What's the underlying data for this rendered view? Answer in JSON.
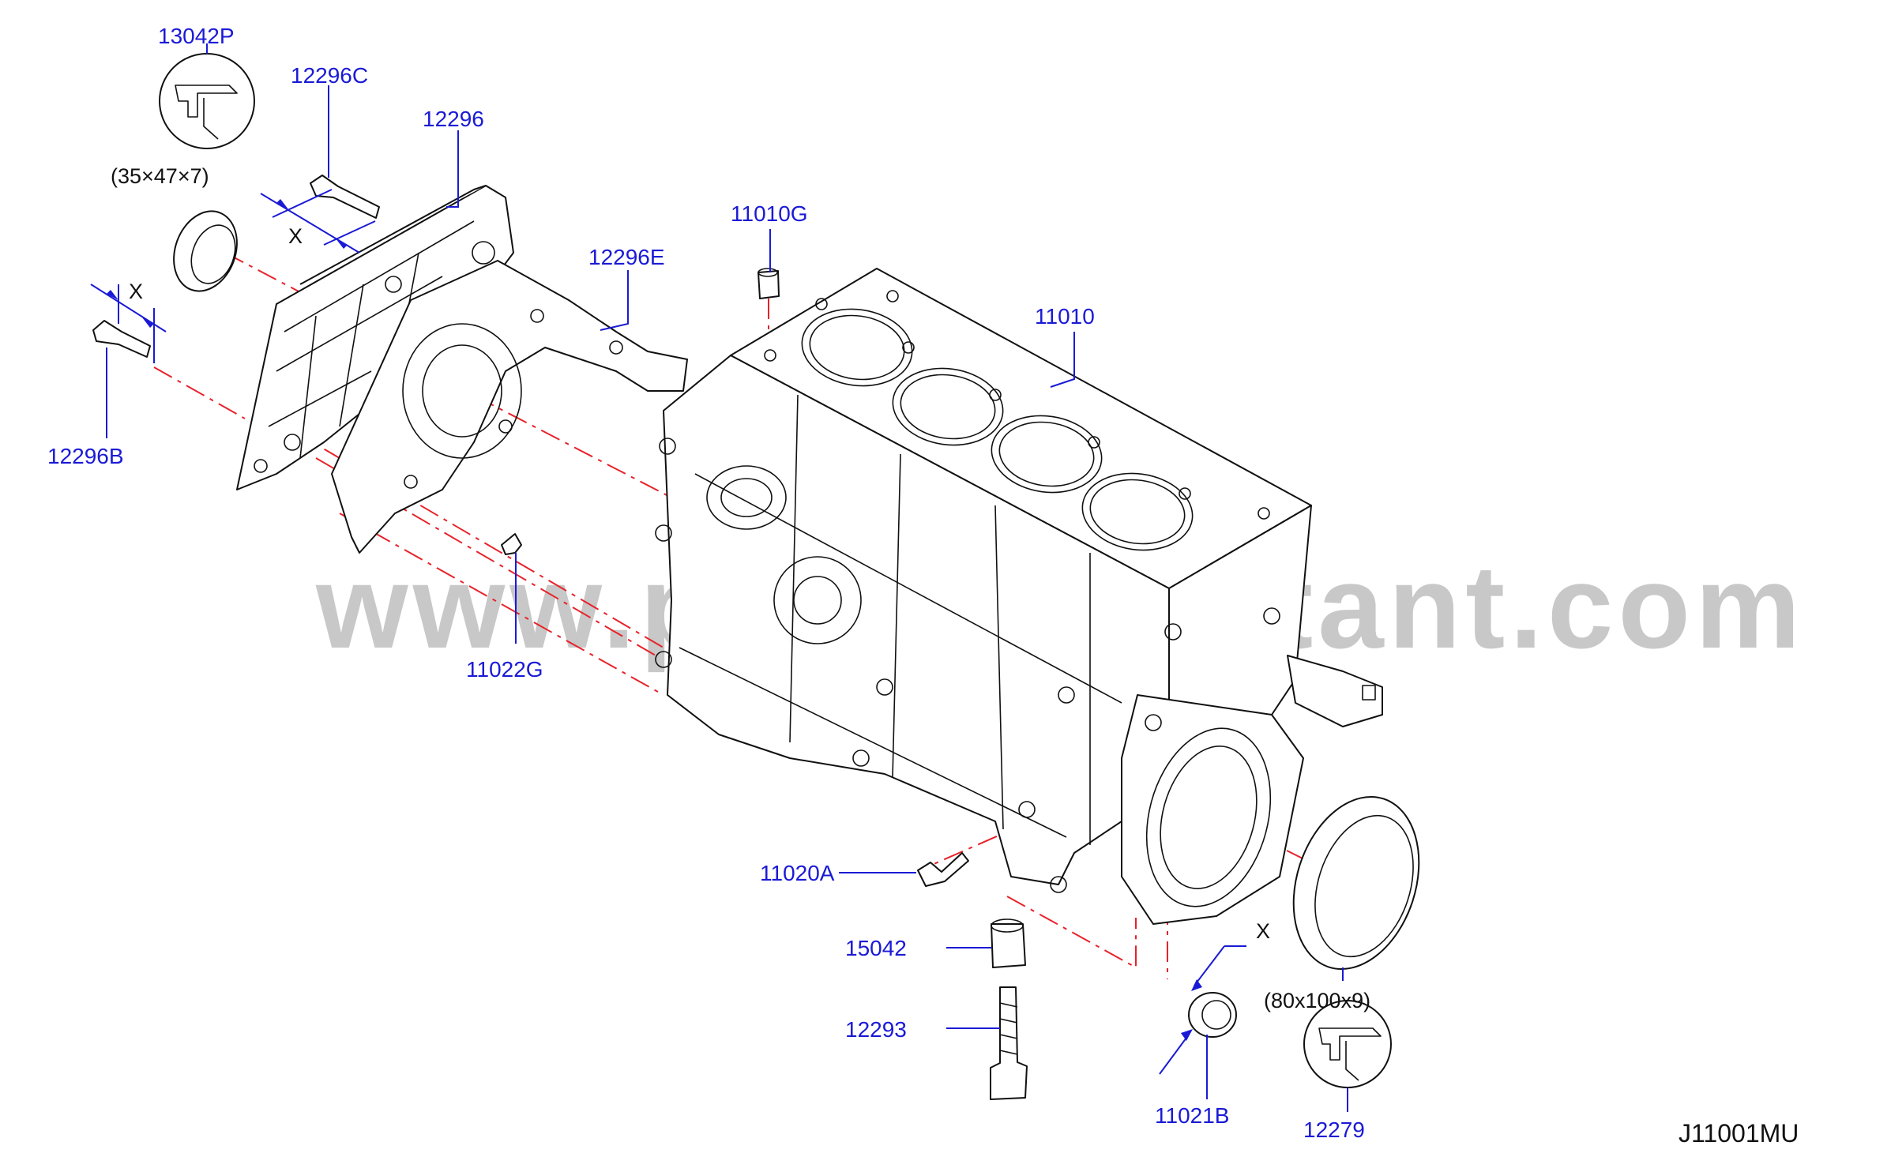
{
  "watermark": "www.partsassistant.com",
  "diagram_code": "J11001MU",
  "callouts": {
    "p13042P": "13042P",
    "p12296C": "12296C",
    "p12296": "12296",
    "p12296B": "12296B",
    "p12296E": "12296E",
    "p11010G": "11010G",
    "p11010": "11010",
    "p11022G": "11022G",
    "p11020A": "11020A",
    "p15042": "15042",
    "p12293": "12293",
    "p11021B": "11021B",
    "p12279": "12279"
  },
  "dimensions": {
    "front_seal": "(35×47×7)",
    "rear_seal": "(80x100x9)",
    "x_marker": "X"
  },
  "colors": {
    "callout_text": "#1a1ad6",
    "center_line": "#e8222a",
    "outline": "#111111",
    "watermark": "#c8c8c8"
  }
}
